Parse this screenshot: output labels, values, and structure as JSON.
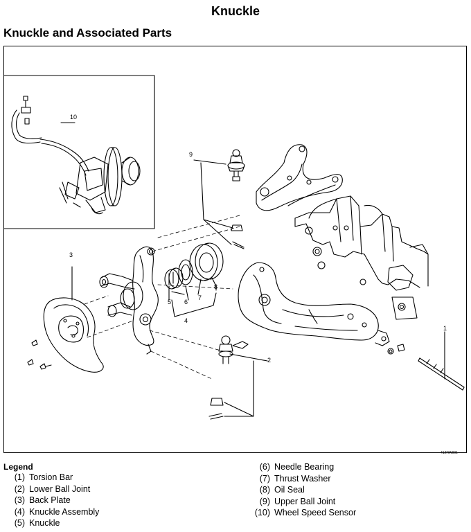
{
  "page": {
    "title": "Knuckle",
    "section_title": "Knuckle and Associated Parts",
    "figure_code": "412RW001"
  },
  "legend": {
    "title": "Legend",
    "items_left": [
      {
        "num": "(1)",
        "label": "Torsion Bar"
      },
      {
        "num": "(2)",
        "label": "Lower Ball Joint"
      },
      {
        "num": "(3)",
        "label": "Back Plate"
      },
      {
        "num": "(4)",
        "label": "Knuckle Assembly"
      },
      {
        "num": "(5)",
        "label": "Knuckle"
      }
    ],
    "items_right": [
      {
        "num": "(6)",
        "label": "Needle Bearing"
      },
      {
        "num": "(7)",
        "label": "Thrust Washer"
      },
      {
        "num": "(8)",
        "label": "Oil Seal"
      },
      {
        "num": "(9)",
        "label": "Upper Ball Joint"
      },
      {
        "num": "(10)",
        "label": "Wheel Speed Sensor"
      }
    ]
  },
  "diagram": {
    "callouts": [
      "1",
      "2",
      "3",
      "4",
      "5",
      "6",
      "7",
      "8",
      "9",
      "10"
    ]
  }
}
